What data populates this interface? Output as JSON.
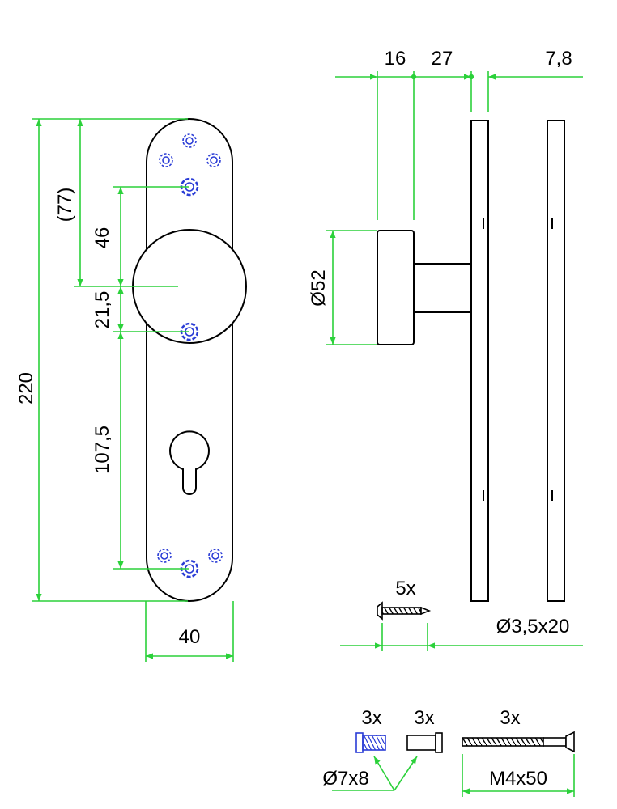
{
  "colors": {
    "dimension_line": "#2bd13a",
    "outline": "#000000",
    "fastener": "#2a3cd6",
    "background": "#ffffff"
  },
  "dimensions": {
    "overall_height": "220",
    "top_to_knob_center": "(77)",
    "upper_hole_to_knob_center": "46",
    "knob_center_to_lower_hole": "21,5",
    "lower_hole_to_bottom_hole": "107,5",
    "plate_width": "40",
    "knob_diameter": "Ø52",
    "knob_depth": "16",
    "neck_length": "27",
    "plate_thickness": "7,8"
  },
  "hardware": {
    "wood_screw_qty": "5x",
    "wood_screw_size": "Ø3,5x20",
    "sleeve_a_qty": "3x",
    "sleeve_b_qty": "3x",
    "sleeve_size": "Ø7x8",
    "bolt_qty": "3x",
    "bolt_size": "M4x50"
  }
}
